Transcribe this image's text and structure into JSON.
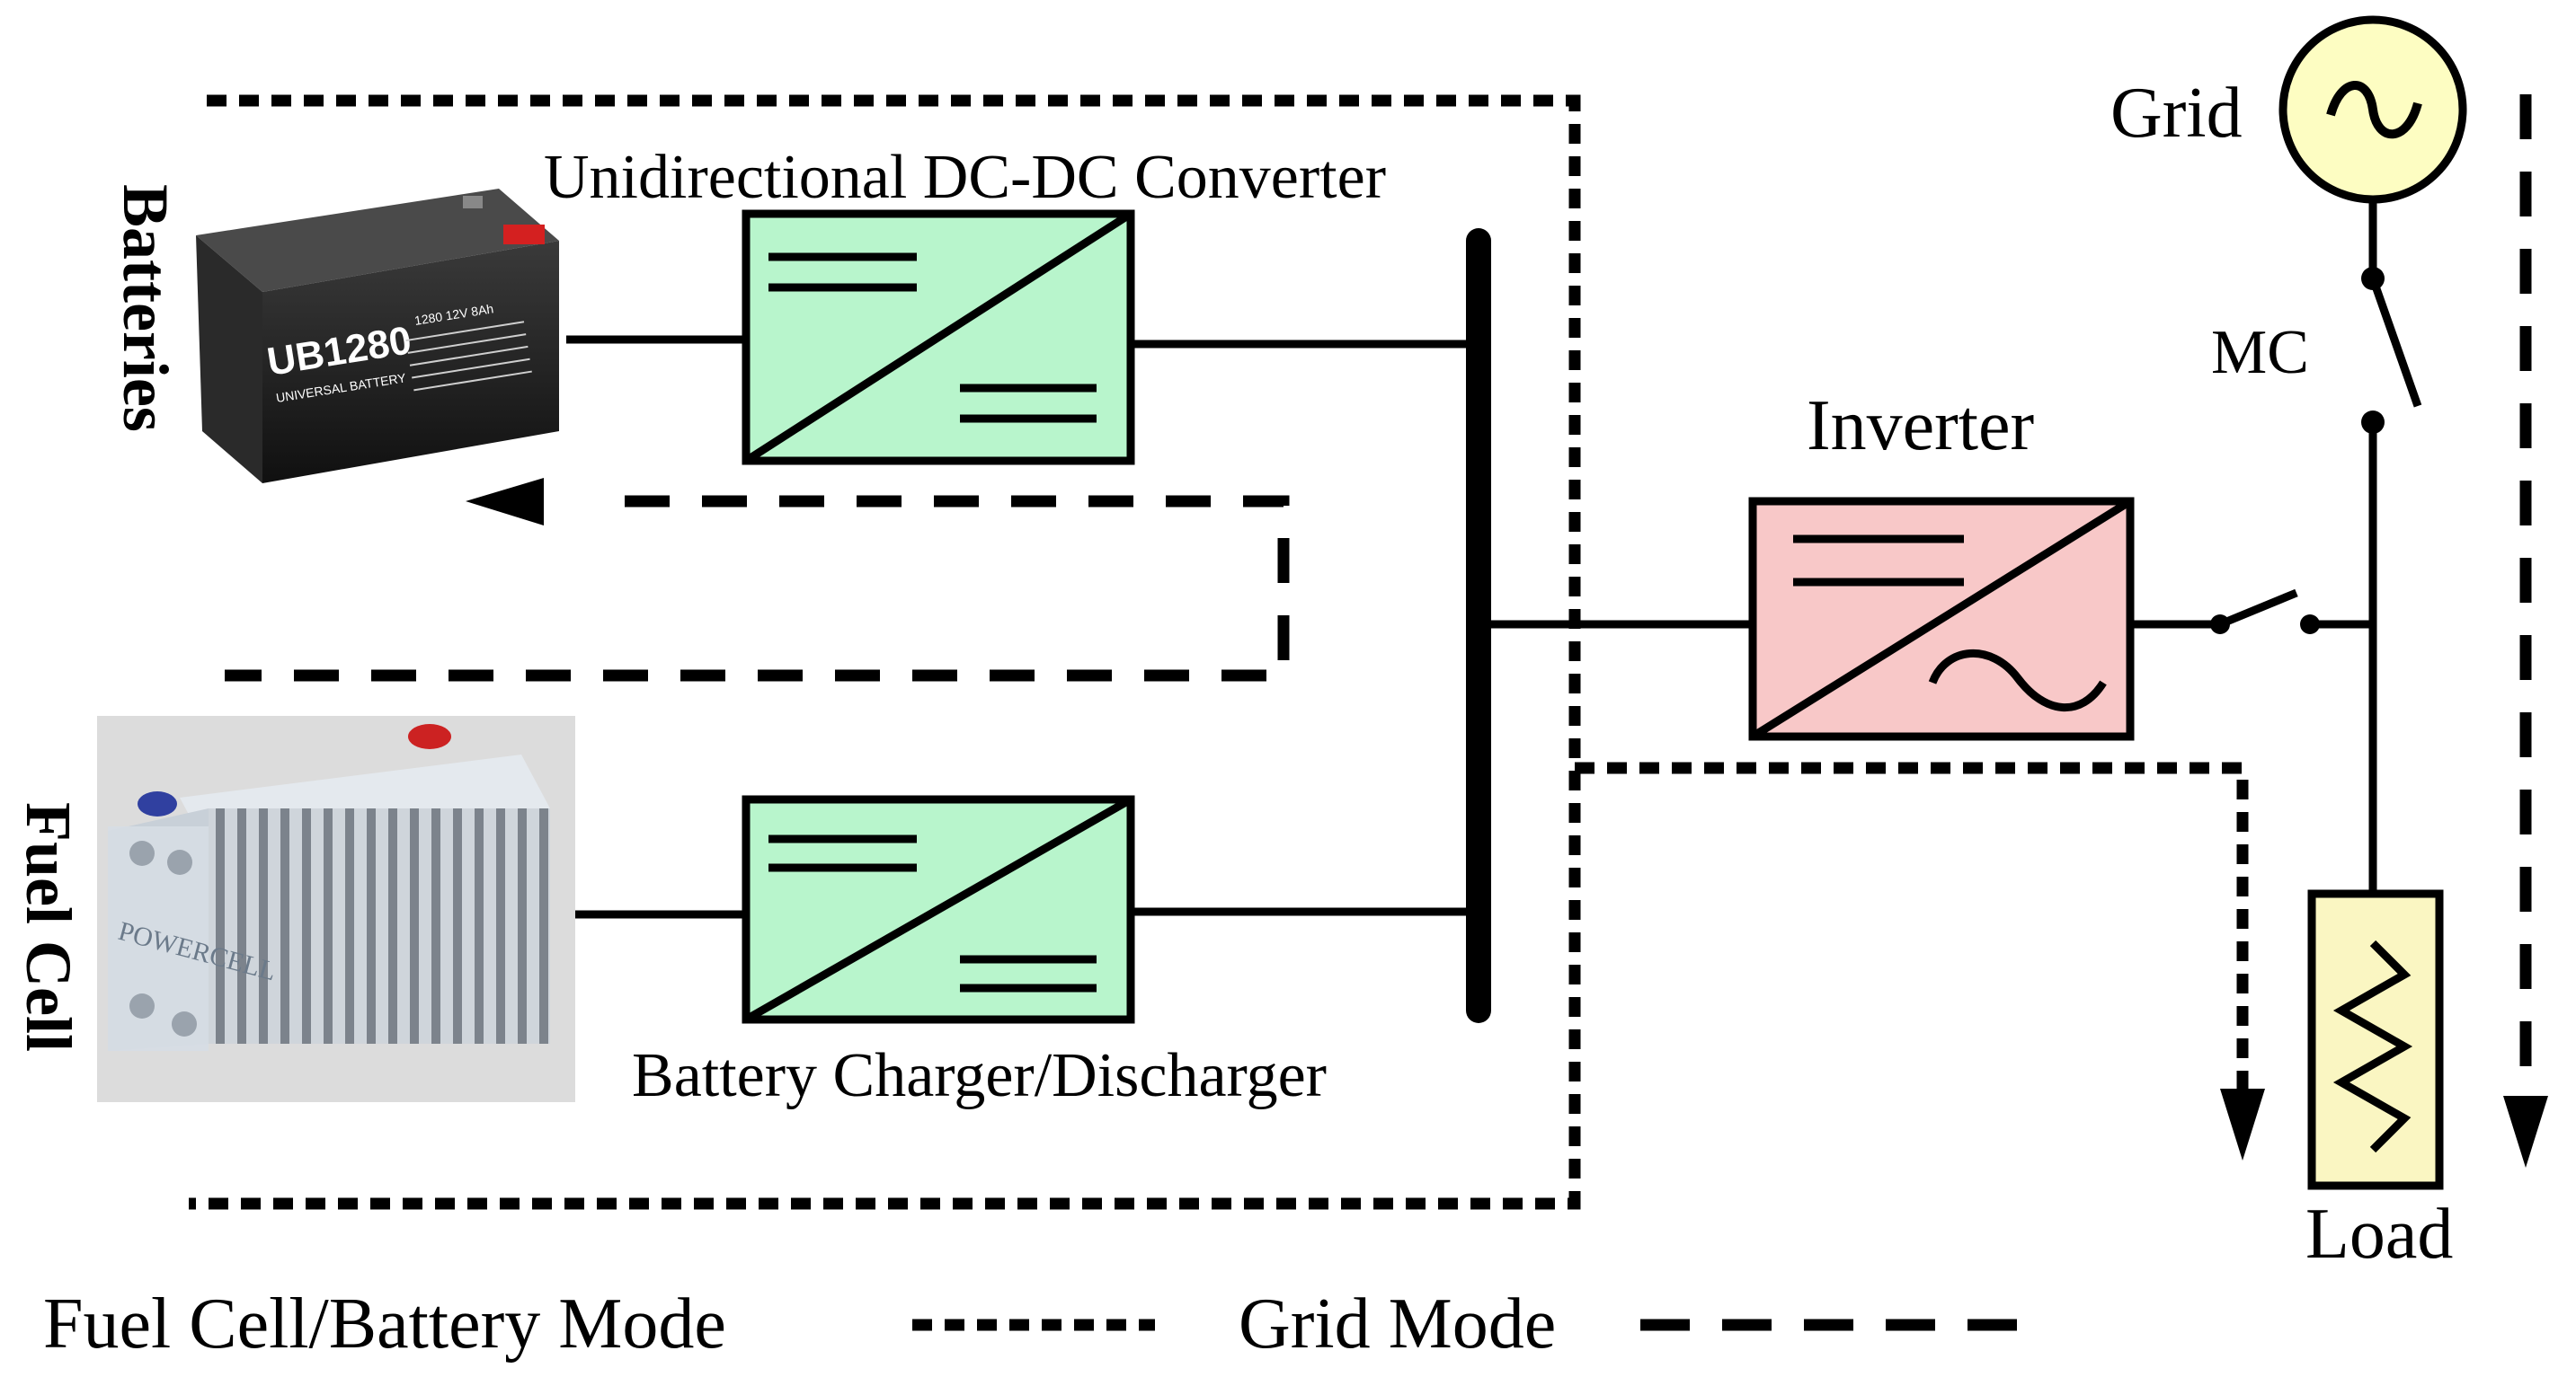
{
  "labels": {
    "batteries": "Batteries",
    "fuel_cell": "Fuel Cell",
    "dc_dc_converter": "Unidirectional DC-DC Converter",
    "charger": "Battery Charger/Discharger",
    "inverter": "Inverter",
    "grid": "Grid",
    "mc": "MC",
    "load": "Load"
  },
  "legend": {
    "fuel_cell_battery_mode": "Fuel Cell/Battery Mode",
    "grid_mode": "Grid Mode"
  },
  "battery_image": {
    "model": "UB1280",
    "subtitle": "UNIVERSAL BATTERY",
    "spec_row": "1280   12V   8Ah"
  },
  "fuel_cell_image": {
    "brand": "POWERCELL"
  },
  "colors": {
    "converter_fill": "#b8f5cc",
    "inverter_fill": "#f8c8c8",
    "grid_source_fill": "#fdfdc2",
    "load_fill": "#faf6c2",
    "battery_body": "#1e1e1e",
    "battery_terminal": "#d42020",
    "fuel_cell_body": "#d2d8de",
    "fuel_cell_bg": "#dcdcdc",
    "fuel_cell_red_cap": "#cc2222",
    "fuel_cell_blue_cap": "#3040a0",
    "line": "#000000"
  },
  "icons": {
    "converter": "dc-dc-converter-icon",
    "inverter": "dc-ac-inverter-icon",
    "grid": "ac-source-icon",
    "load": "resistor-icon",
    "switch": "switch-icon"
  }
}
